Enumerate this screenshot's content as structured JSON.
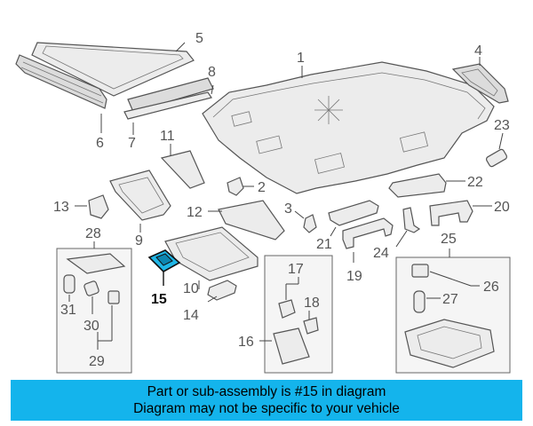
{
  "callouts": {
    "c1": "1",
    "c2": "2",
    "c3": "3",
    "c4": "4",
    "c5": "5",
    "c6": "6",
    "c7": "7",
    "c8": "8",
    "c9": "9",
    "c10": "10",
    "c11": "11",
    "c12": "12",
    "c13": "13",
    "c14": "14",
    "c15": "15",
    "c16": "16",
    "c17": "17",
    "c18": "18",
    "c19": "19",
    "c20": "20",
    "c21": "21",
    "c22": "22",
    "c23": "23",
    "c24": "24",
    "c25": "25",
    "c26": "26",
    "c27": "27",
    "c28": "28",
    "c29": "29",
    "c30": "30",
    "c31": "31"
  },
  "highlight": {
    "color": "#1fb6e6"
  },
  "banner": {
    "line1": "Part or sub-assembly is #15 in diagram",
    "line2": "Diagram may not be specific to your vehicle",
    "color": "#14b4ec"
  }
}
